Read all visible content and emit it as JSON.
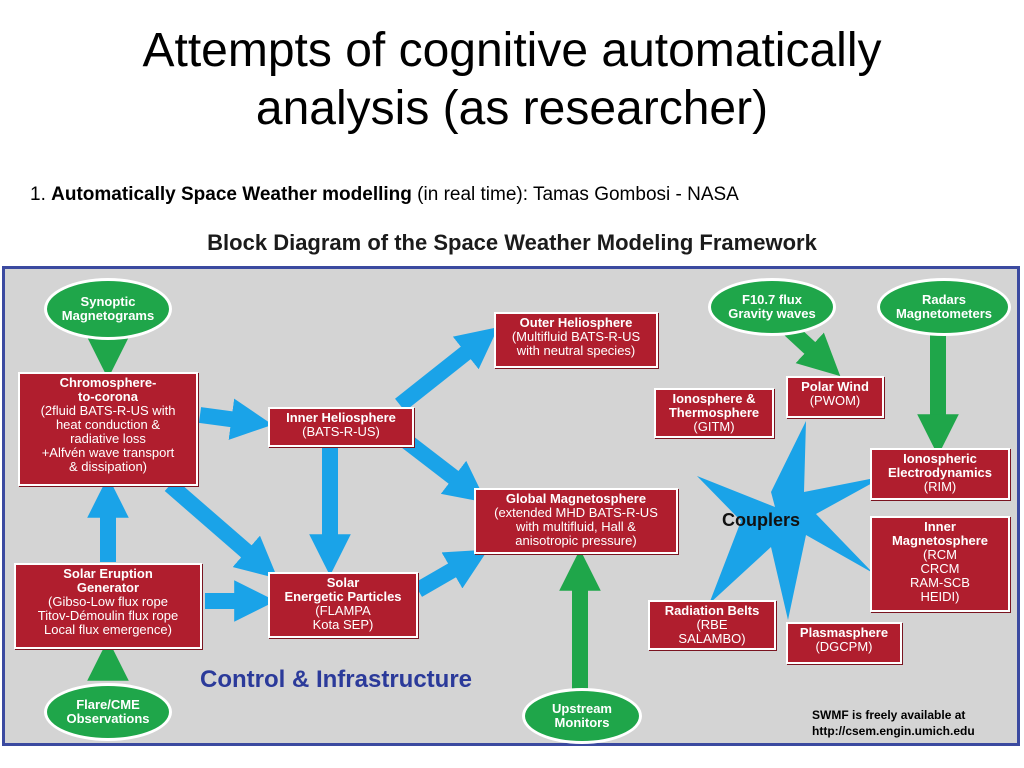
{
  "slide": {
    "title_line1": "Attempts of cognitive automatically",
    "title_line2": "analysis (as researcher)",
    "subtitle_number": "1.",
    "subtitle_bold": "Automatically Space Weather modelling",
    "subtitle_rest": "(in real time): Tamas Gombosi - NASA"
  },
  "diagram": {
    "heading": "Block Diagram of the Space Weather Modeling Framework",
    "control_label": "Control & Infrastructure",
    "couplers_label": "Couplers",
    "footnote_line1": "SWMF is freely available at",
    "footnote_line2": "http://csem.engin.umich.edu",
    "colors": {
      "box": "#b01e2e",
      "ellipse": "#1fa64a",
      "arrow_blue": "#1aa3e8",
      "arrow_green": "#1fa64a",
      "panel": "#d4d4d4",
      "border": "#3b4aa0"
    }
  },
  "boxes": {
    "chromosphere": {
      "t1": "Chromosphere-",
      "t2": "to-corona",
      "l1": "(2fluid BATS-R-US with",
      "l2": "heat conduction &",
      "l3": "radiative loss",
      "l4": "+Alfvén wave transport",
      "l5": "& dissipation)"
    },
    "eruption": {
      "t1": "Solar Eruption",
      "t2": "Generator",
      "l1": "(Gibso-Low flux rope",
      "l2": "Titov-Démoulin flux rope",
      "l3": "Local flux emergence)"
    },
    "inner_helio": {
      "t1": "Inner Heliosphere",
      "l1": "(BATS-R-US)"
    },
    "outer_helio": {
      "t1": "Outer Heliosphere",
      "l1": "(Multifluid BATS-R-US",
      "l2": "with neutral species)"
    },
    "sep": {
      "t1": "Solar",
      "t2": "Energetic Particles",
      "l1": "(FLAMPA",
      "l2": "Kota SEP)"
    },
    "global_mag": {
      "t1": "Global Magnetosphere",
      "l1": "(extended MHD BATS-R-US",
      "l2": "with multifluid, Hall &",
      "l3": "anisotropic pressure)"
    },
    "ionosphere": {
      "t1": "Ionosphere &",
      "t2": "Thermosphere",
      "l1": "(GITM)"
    },
    "polar_wind": {
      "t1": "Polar Wind",
      "l1": "(PWOM)"
    },
    "iono_electro": {
      "t1": "Ionospheric",
      "t2": "Electrodynamics",
      "l1": "(RIM)"
    },
    "inner_mag": {
      "t1": "Inner",
      "t2": "Magnetosphere",
      "l1": "(RCM",
      "l2": "CRCM",
      "l3": "RAM-SCB",
      "l4": "HEIDI)"
    },
    "rad_belts": {
      "t1": "Radiation Belts",
      "l1": "(RBE",
      "l2": "SALAMBO)"
    },
    "plasmasphere": {
      "t1": "Plasmasphere",
      "l1": "(DGCPM)"
    }
  },
  "ellipses": {
    "synoptic": {
      "l1": "Synoptic",
      "l2": "Magnetograms"
    },
    "flare": {
      "l1": "Flare/CME",
      "l2": "Observations"
    },
    "upstream": {
      "l1": "Upstream",
      "l2": "Monitors"
    },
    "f107": {
      "l1": "F10.7 flux",
      "l2": "Gravity waves"
    },
    "radars": {
      "l1": "Radars",
      "l2": "Magnetometers"
    }
  }
}
